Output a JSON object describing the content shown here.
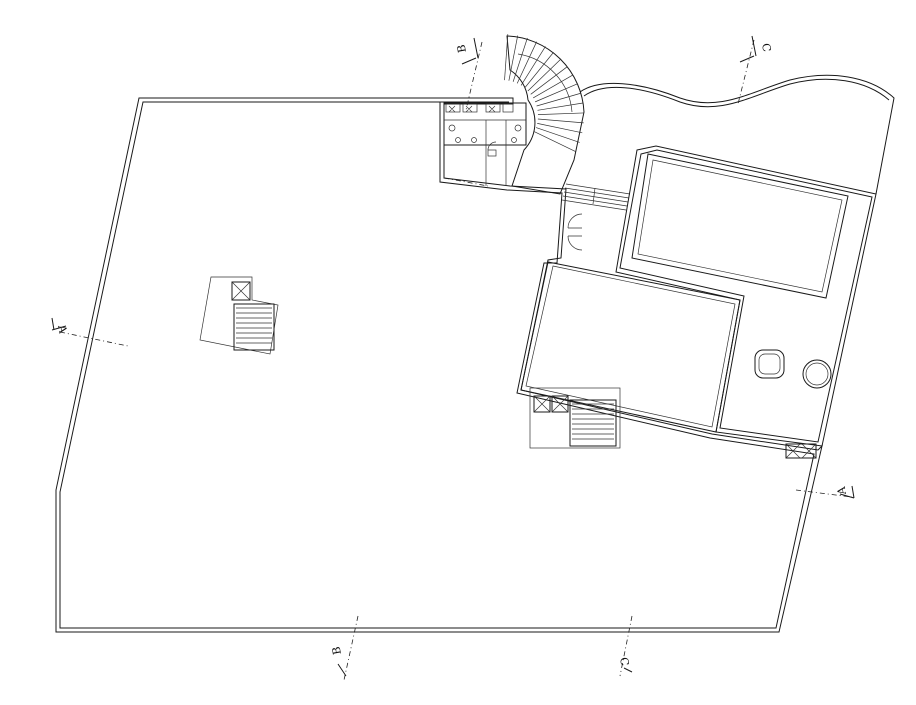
{
  "drawing": {
    "section_marks": [
      {
        "id": "A-left",
        "label": "A"
      },
      {
        "id": "A-right",
        "label": "A"
      },
      {
        "id": "B-top",
        "label": "B"
      },
      {
        "id": "B-bottom",
        "label": "B"
      },
      {
        "id": "C-top",
        "label": "C"
      },
      {
        "id": "C-bottom",
        "label": "C"
      }
    ]
  }
}
